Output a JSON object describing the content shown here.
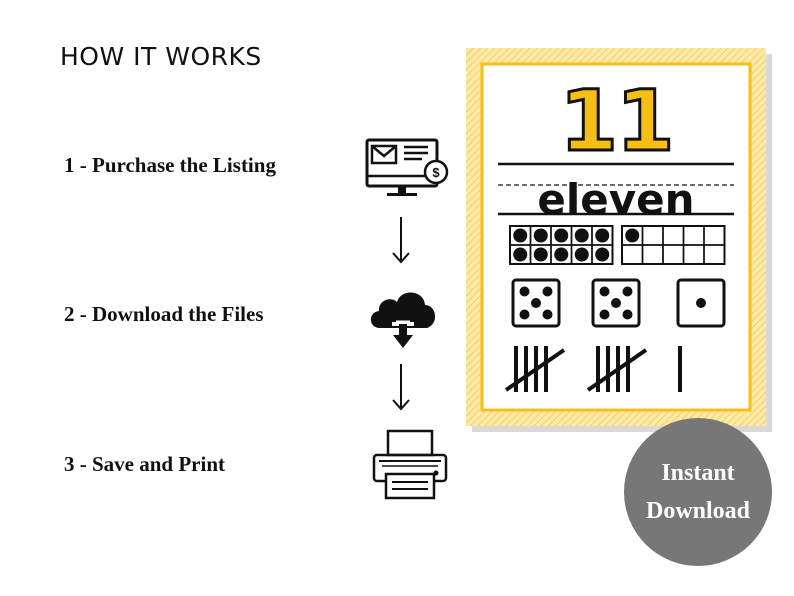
{
  "heading": "HOW IT WORKS",
  "steps": [
    {
      "label": "1 - Purchase the Listing",
      "icon": "computer-email-payment-icon"
    },
    {
      "label": "2 - Download the Files",
      "icon": "cloud-download-icon"
    },
    {
      "label": "3 - Save and Print",
      "icon": "printer-icon"
    }
  ],
  "poster": {
    "number": "11",
    "word": "eleven",
    "ten_frames": {
      "first_filled": 10,
      "second_filled": 1
    },
    "dice": [
      5,
      5,
      1
    ],
    "tally": {
      "bundles": 2,
      "singles": 1
    }
  },
  "badge": {
    "line1": "Instant",
    "line2": "Download"
  },
  "colors": {
    "accent": "#f7bf16",
    "badge": "#777777",
    "text": "#111111"
  }
}
